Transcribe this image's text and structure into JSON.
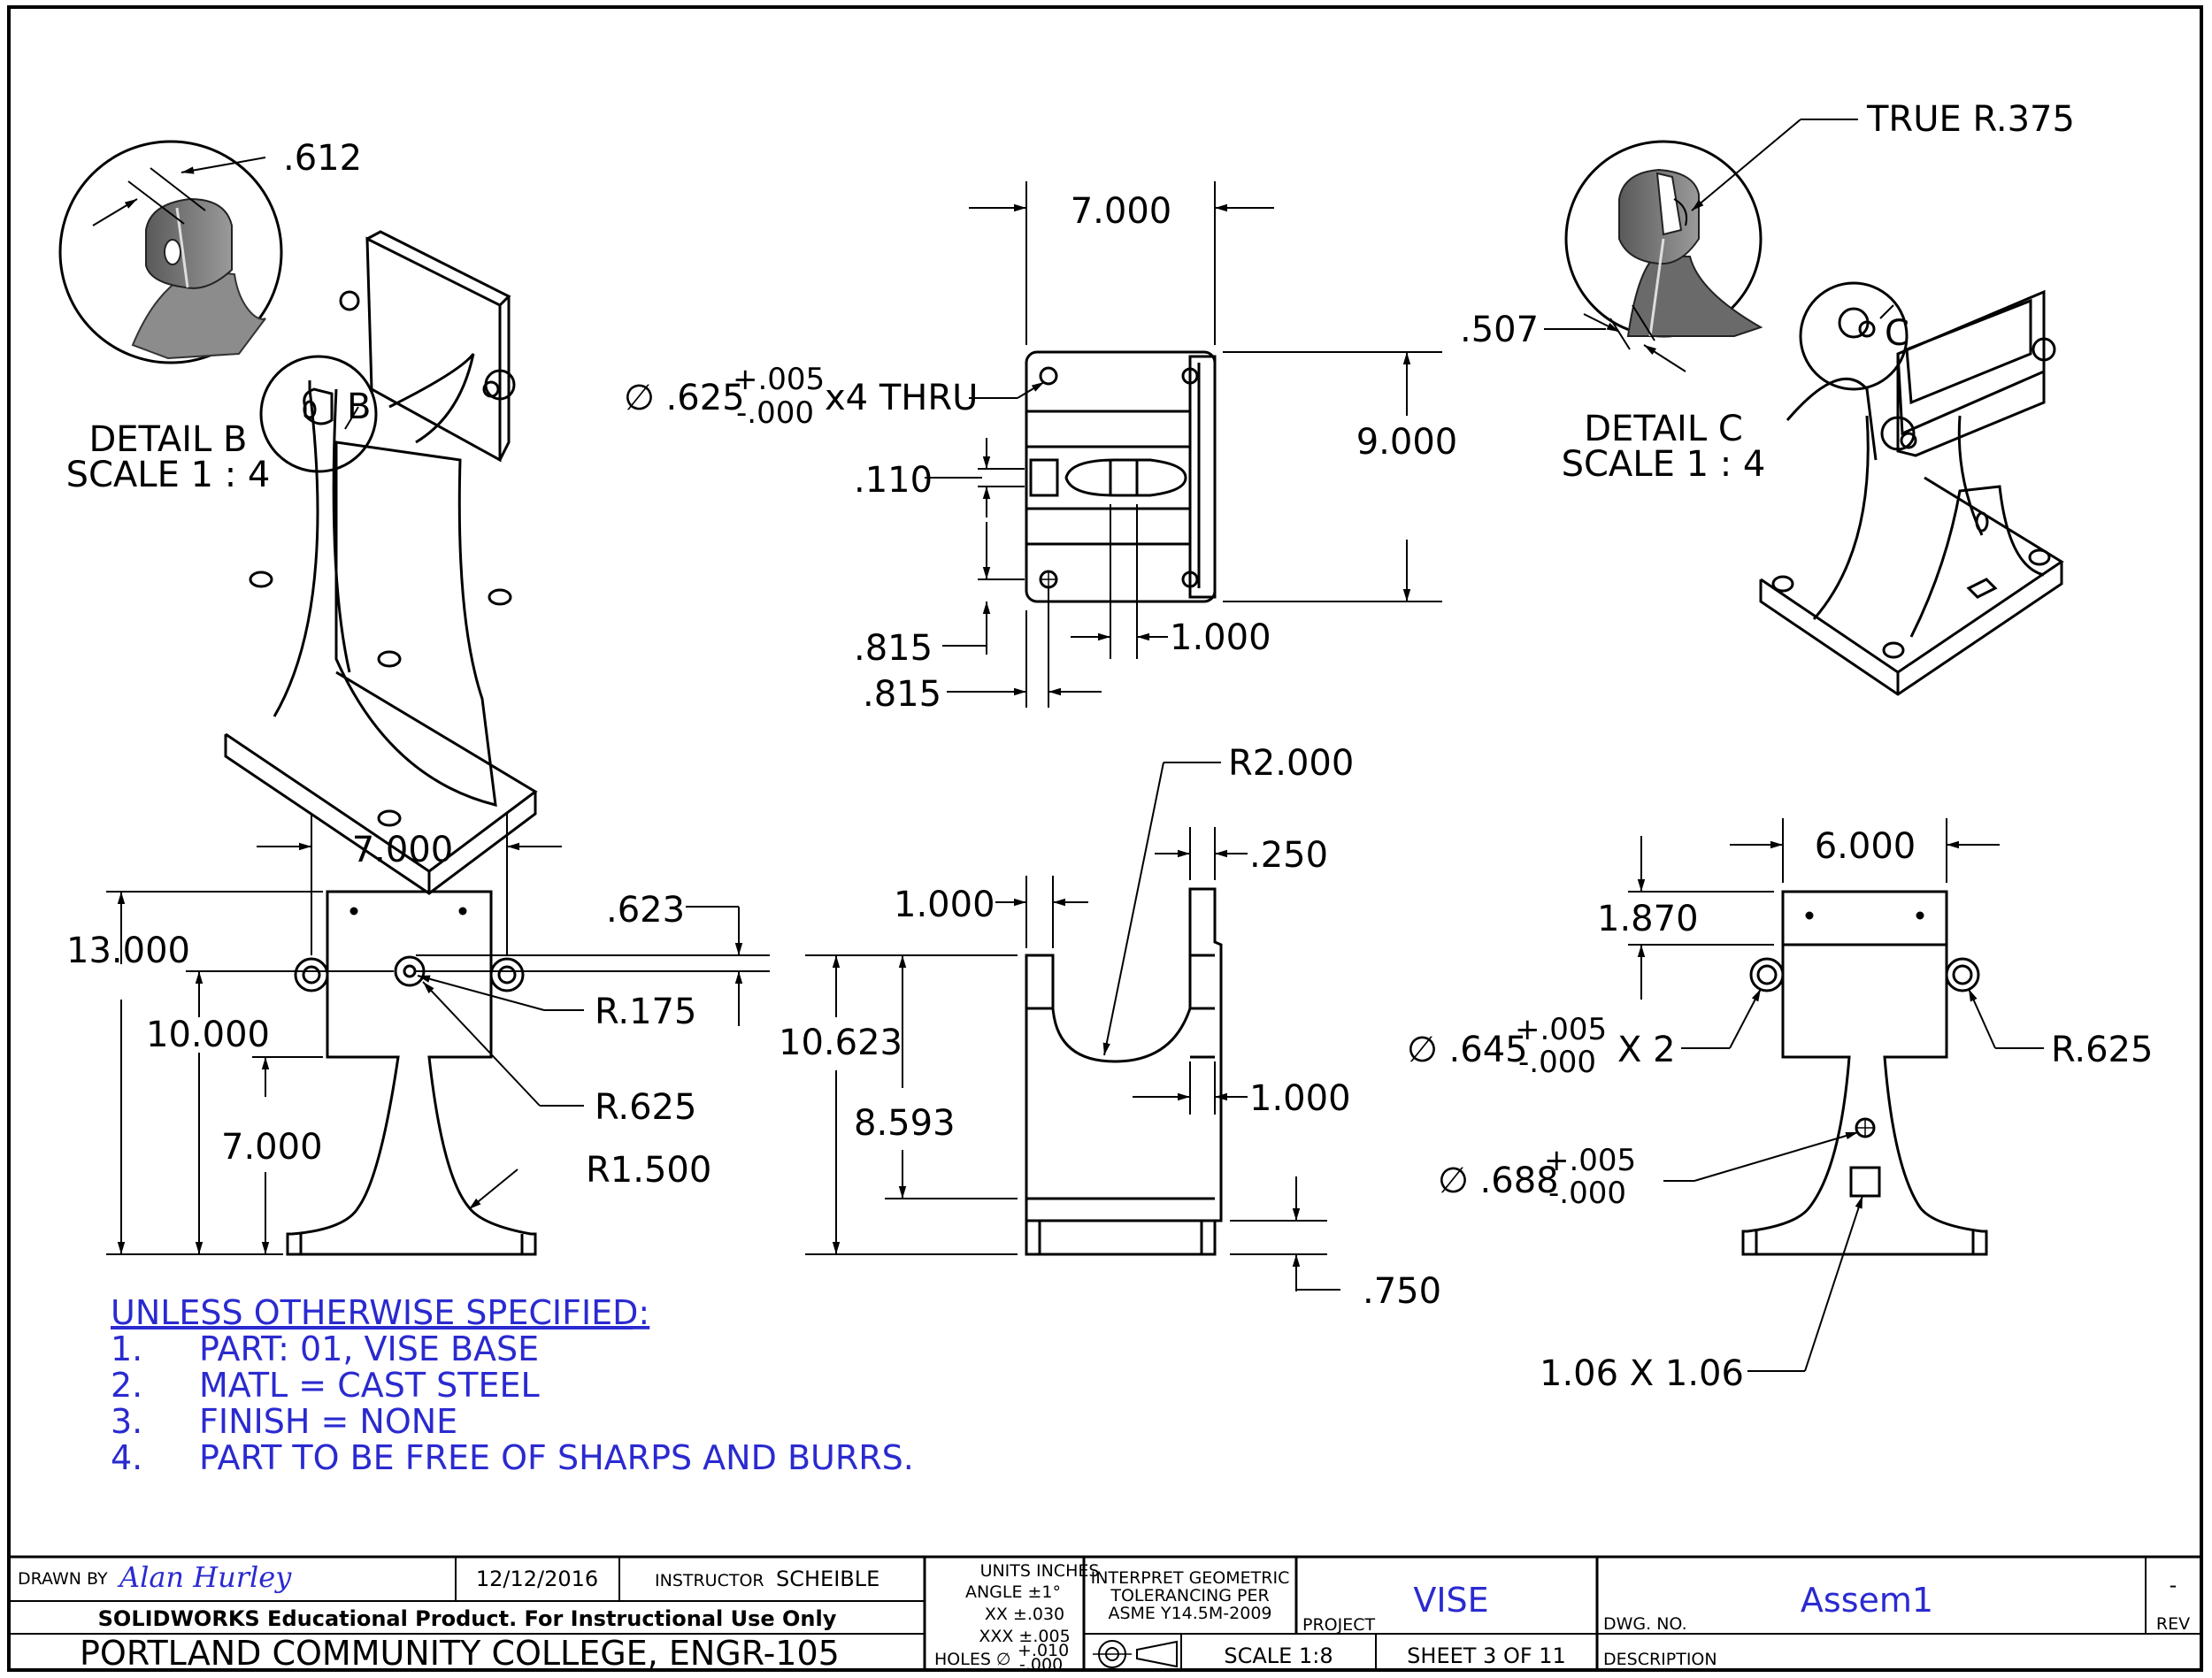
{
  "detail_b": {
    "dim_612": ".612",
    "label": "DETAIL B",
    "scale": "SCALE 1 : 4",
    "callout": "B"
  },
  "detail_c": {
    "true_radius": "TRUE R.375",
    "dim_507": ".507",
    "label": "DETAIL C",
    "scale": "SCALE 1 : 4",
    "callout": "C"
  },
  "top_view": {
    "width": "7.000",
    "height": "9.000",
    "hole_prefix": "∅ .625",
    "hole_tol_plus": "+.005",
    "hole_tol_minus": "-.000",
    "hole_suffix": "x4 THRU",
    "slot": ".110",
    "edge_1": ".815",
    "edge_2": ".815",
    "slot_width": "1.000"
  },
  "front_view": {
    "width": "7.000",
    "overall_height": "13.000",
    "height_10": "10.000",
    "height_7": "7.000",
    "dim_623": ".623",
    "r_175": "R.175",
    "r_625": "R.625",
    "r_1500": "R1.500"
  },
  "side_view": {
    "r_2000": "R2.000",
    "dim_250": ".250",
    "dim_1000_top": "1.000",
    "height_10623": "10.623",
    "height_8593": "8.593",
    "dim_1000_right": "1.000",
    "dim_750": ".750"
  },
  "back_view": {
    "width": "6.000",
    "dim_1870": "1.870",
    "hole_prefix": "∅ .645",
    "hole_tol_plus": "+.005",
    "hole_tol_minus": "-.000",
    "hole_suffix": "X 2",
    "r_625": "R.625",
    "hole2_prefix": "∅ .688",
    "hole2_tol_plus": "+.005",
    "hole2_tol_minus": "-.000",
    "square": "1.06 X 1.06"
  },
  "notes": {
    "heading": "UNLESS OTHERWISE SPECIFIED:",
    "items": [
      {
        "num": "1.",
        "text": "PART: 01, VISE BASE"
      },
      {
        "num": "2.",
        "text": "MATL = CAST STEEL"
      },
      {
        "num": "3.",
        "text": "FINISH = NONE"
      },
      {
        "num": "4.",
        "text": "PART TO BE FREE OF SHARPS AND BURRS."
      }
    ]
  },
  "title_block": {
    "drawn_by_label": "DRAWN BY",
    "drawn_by": "Alan Hurley",
    "date": "12/12/2016",
    "instructor_label": "INSTRUCTOR",
    "instructor": "SCHEIBLE",
    "edu_notice": "SOLIDWORKS Educational Product. For Instructional Use Only",
    "school": "PORTLAND COMMUNITY COLLEGE,  ENGR-105",
    "units": "UNITS INCHES",
    "angle": "ANGLE ±1°",
    "xx": "XX ±.030",
    "xxx": "XXX ±.005",
    "holes": "HOLES ∅",
    "holes_plus": "+.010",
    "holes_minus": "-.000",
    "gdt_1": "INTERPRET GEOMETRIC",
    "gdt_2": "TOLERANCING PER",
    "gdt_3": "ASME Y14.5M-2009",
    "project_label": "PROJECT",
    "project": "VISE",
    "scale": "SCALE 1:8",
    "sheet": "SHEET 3 OF 11",
    "dwg_no_label": "DWG. NO.",
    "dwg_no": "Assem1",
    "description_label": "DESCRIPTION",
    "rev": "-",
    "rev_label": "REV"
  }
}
